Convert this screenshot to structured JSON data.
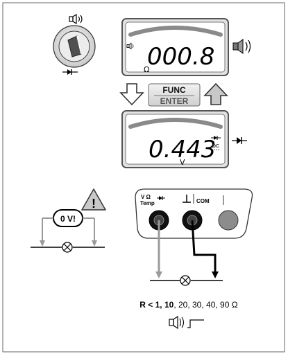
{
  "display_top": {
    "reading": "000.8",
    "unit": "Ω"
  },
  "display_bottom": {
    "reading": "0.443",
    "unit": "V",
    "mode_dc": "DC"
  },
  "func_button": {
    "line1": "FUNC",
    "line2": "ENTER"
  },
  "warning": {
    "voltage_label": "0 V!",
    "exclamation": "!"
  },
  "sockets": {
    "left_label_line1": "V Ω",
    "left_label_line2": "Temp",
    "com_label": "COM"
  },
  "caption": {
    "prefix": "R < 1, ",
    "bold_value": "10",
    "suffix": ", 20, 30, 40, 90 Ω"
  },
  "icons": [
    "buzzer-icon",
    "diode-icon",
    "continuity-signal-icon",
    "warning-triangle-icon",
    "lamp-icon"
  ],
  "colors": {
    "panel_border": "#555555",
    "lcd_bezel": "#d8d8d8",
    "arc": "#8a8a8a",
    "gray_lead": "#9a9a9a",
    "black_lead": "#000000",
    "socket_gray": "#8c8c8c"
  }
}
